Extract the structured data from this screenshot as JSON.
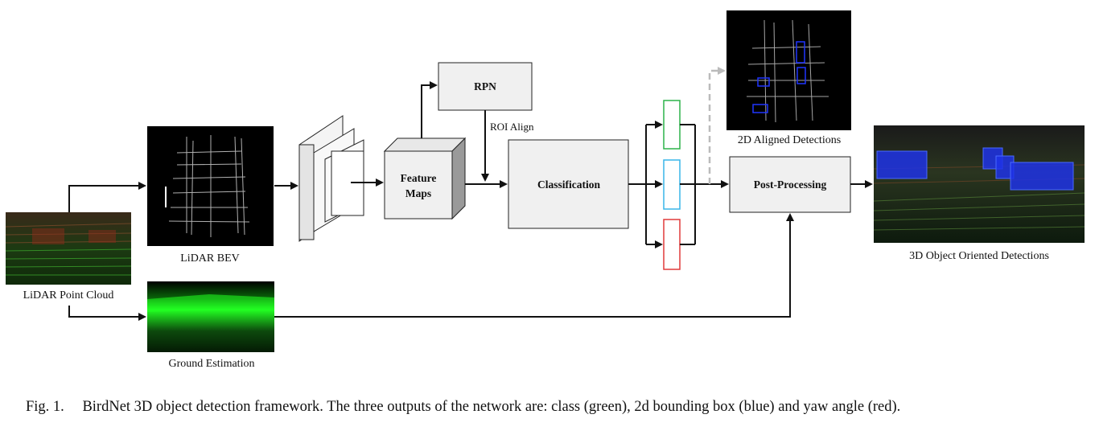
{
  "colors": {
    "class_output": "#2db34a",
    "bbox_output": "#38b6e8",
    "yaw_output": "#e03a3a",
    "box_fill": "#f0f0f0",
    "detection_box": "#2035ff",
    "ground_green": "#22ff22"
  },
  "nodes": {
    "rpn": "RPN",
    "feature_maps_line1": "Feature",
    "feature_maps_line2": "Maps",
    "classification": "Classification",
    "post_processing": "Post-Processing"
  },
  "edge_labels": {
    "roi_align": "ROI Align"
  },
  "image_captions": {
    "lidar_point_cloud": "LiDAR Point Cloud",
    "lidar_bev": "LiDAR BEV",
    "ground_estimation": "Ground Estimation",
    "aligned_detections_2d": "2D Aligned Detections",
    "oriented_detections_3d": "3D Object Oriented Detections"
  },
  "caption": {
    "figure_number": "Fig. 1.",
    "text": "BirdNet 3D object detection framework. The three outputs of the network are: class (green), 2d bounding box (blue) and yaw angle (red)."
  }
}
